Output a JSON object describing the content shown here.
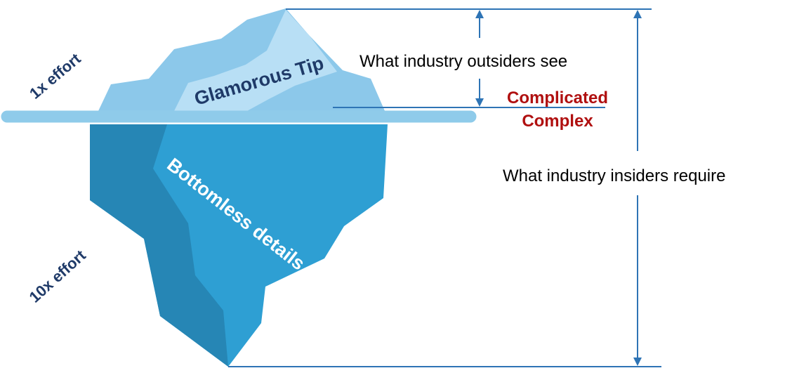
{
  "labels": {
    "effort_top": "1x effort",
    "effort_bottom": "10x effort",
    "tip": "Glamorous Tip",
    "bottom": "Bottomless details",
    "outsiders": "What industry outsiders see",
    "insiders": "What industry insiders require",
    "complicated": "Complicated",
    "complex": "Complex"
  },
  "colors": {
    "ice_light": "#8cc8ea",
    "ice_highlight": "#b8dff5",
    "water_line": "#8fcbea",
    "ice_mid": "#2e9fd3",
    "ice_dark": "#2686b5",
    "label_dark": "#1f3a68",
    "arrow": "#2e74b5",
    "warn_text": "#b01010"
  }
}
